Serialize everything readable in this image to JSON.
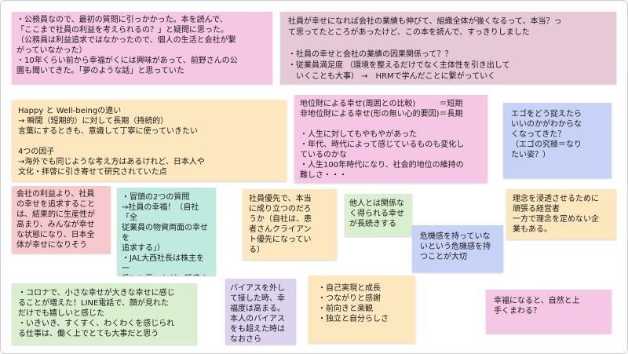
{
  "notes": [
    {
      "id": "n1",
      "color": "#f6c6e5",
      "text": "・公務員なので、最初の質問に引っかかった。本を読んで、\n「ここまで社員の利益を考えられるの？」と疑問に思った。\n（公務員は利益追求ではなかったので、個人の生活と会社が繋\nがっていなかった）\n・10年くらい前から幸福がくには興味があって、前野さんの公\n園も聞いてきた。「夢のような話」と思っていた"
    },
    {
      "id": "n2",
      "color": "#e6c8d7",
      "text": "社員が幸せになれば会社の業績も伸びて、組織全体が強くなるって、本当？っ\nて思ってたところがあったけど、この本を読んで、すっきりしました\n\n・社員の幸せと会社の業績の因果関係って？？\n・従業員満足度 （環境を整えるだけでなく主体性を引き出して\n　いくことも大事） →　HRMで学んだことに繋がっていく"
    },
    {
      "id": "n3",
      "color": "#fde7bf",
      "text": "Happy と Well-beingの違い\n→ 瞬間（短期的）に対して長期（持続的）\n言葉にするときも、意識して丁寧に使っていきたい\n\n4つの因子\n→海外でも同じような考え方はあるけれど、日本人や\n文化・拝啓に引き寄せて研究されていた点"
    },
    {
      "id": "n4",
      "color": "#f6c6e5",
      "text": "地位財による幸せ(周囲との比較)　　　＝短期\n非地位財による幸せ(形の無い心的要因)＝長期\n\n・人生に対してもやもやがあった\n・年代、時代によって感じているものも変化し\nているのかな\n・人生100年時代になり、社会的地位の維持の\n難しさ・・・"
    },
    {
      "id": "n5",
      "color": "#c7d3f6",
      "text": "エゴをどう捉えたら\nいいのかがわからな\nくなってきた？\n（エゴの究極＝なり\nたい姿？）"
    },
    {
      "id": "n6",
      "color": "#f7c8cc",
      "text": "会社の利益より、社員\nの幸せを追求すること\nは、結果的に生産性が\n高まり、みんなが幸せ\nな状態になり、日本全\n体が幸せになりそう"
    },
    {
      "id": "n7",
      "color": "#bfeadf",
      "text": "・冒頭の2つの質問\n→社員の幸福！（自社「全\n従業員の物資両面の幸せを\n追求する」）\n・JAL大西社長は株主を一\n番にと思ったが、稲盛さん\nが社員が一番であるべきと\nだと言った！"
    },
    {
      "id": "n8",
      "color": "#fde7bf",
      "text": "社員優先で、本当\nに成り立つのだろ\nうか（自社は、患\n者さんクライアン\nト優先になってい\nる）"
    },
    {
      "id": "n9",
      "color": "#d9efcf",
      "text": "他人とは関係な\nく得られる幸せ\nが長続きする"
    },
    {
      "id": "n10",
      "color": "#c7d3f6",
      "text": "危機感を持っていな\nいという危機感を持\nつことが大切"
    },
    {
      "id": "n11",
      "color": "#fde7bf",
      "text": "理念を浸透させるために\n頑張る経営者\n一方で理念を定めない企\n業もある。"
    },
    {
      "id": "n12",
      "color": "#d9efcf",
      "text": "・コロナで、小さな幸せが大きな幸せに感じ\nることが増えた！LINE電話で、顔が見れた\nだけでも嬉しいと感じた\n・いきいき、すくすく、わくわくを感じられ\nる仕事は、働く上でとても大事だと思う"
    },
    {
      "id": "n13",
      "color": "#dcd3ee",
      "text": "バイアスを外し\nて接した時、幸\n福度は高まる。\n本人のバイアス\nをも超えた時は\nなおさら"
    },
    {
      "id": "n14",
      "color": "#fde7bf",
      "text": "・自己実現と成長\n・つながりと感謝\n・前向きと楽観\n・独立と自分らしさ"
    },
    {
      "id": "n15",
      "color": "#f6c6e5",
      "text": "幸福になると、自然と上\n手くまわる？"
    }
  ]
}
